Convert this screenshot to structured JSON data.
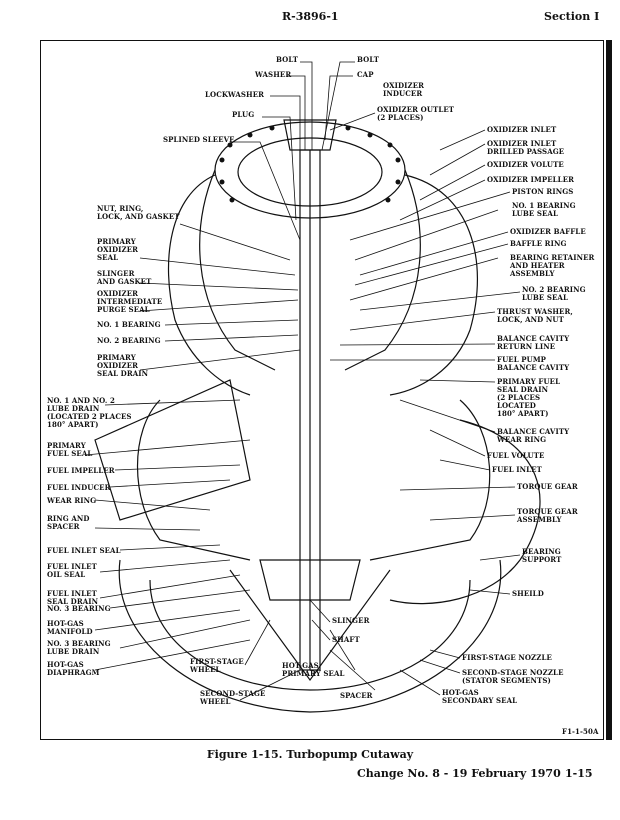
{
  "header": {
    "doc_number": "R-3896-1",
    "section": "Section I"
  },
  "figure": {
    "caption": "Figure 1-15.  Turbopump Cutaway",
    "figure_id": "F1-1-50A",
    "labels_top": [
      {
        "id": "bolt_a",
        "text": "BOLT"
      },
      {
        "id": "bolt_b",
        "text": "BOLT"
      },
      {
        "id": "washer",
        "text": "WASHER"
      },
      {
        "id": "cap",
        "text": "CAP"
      },
      {
        "id": "lockwasher",
        "text": "LOCKWASHER"
      },
      {
        "id": "ox_inducer",
        "text": "OXIDIZER\nINDUCER"
      },
      {
        "id": "plug",
        "text": "PLUG"
      },
      {
        "id": "ox_outlet",
        "text": "OXIDIZER OUTLET\n(2 PLACES)"
      },
      {
        "id": "splined",
        "text": "SPLINED SLEEVE"
      }
    ],
    "labels_left": [
      {
        "id": "nut_ring",
        "text": "NUT, RING,\nLOCK, AND GASKET"
      },
      {
        "id": "prim_ox_seal",
        "text": "PRIMARY\nOXIDIZER\nSEAL"
      },
      {
        "id": "slinger_gasket",
        "text": "SLINGER\nAND GASKET"
      },
      {
        "id": "ox_purge",
        "text": "OXIDIZER\nINTERMEDIATE\nPURGE SEAL"
      },
      {
        "id": "bearing1",
        "text": "NO. 1 BEARING"
      },
      {
        "id": "bearing2",
        "text": "NO. 2 BEARING"
      },
      {
        "id": "prim_ox_drain",
        "text": "PRIMARY\nOXIDIZER\nSEAL DRAIN"
      },
      {
        "id": "lube_drain12",
        "text": "NO. 1 AND NO. 2\nLUBE DRAIN\n(LOCATED 2 PLACES\n180° APART)"
      },
      {
        "id": "prim_fuel_seal",
        "text": "PRIMARY\nFUEL SEAL"
      },
      {
        "id": "fuel_impeller",
        "text": "FUEL IMPELLER"
      },
      {
        "id": "fuel_inducer",
        "text": "FUEL INDUCER"
      },
      {
        "id": "wear_ring",
        "text": "WEAR RING"
      },
      {
        "id": "ring_spacer",
        "text": "RING AND\nSPACER"
      },
      {
        "id": "fuel_inlet_seal",
        "text": "FUEL INLET SEAL"
      },
      {
        "id": "fuel_inlet_oil",
        "text": "FUEL INLET\nOIL SEAL"
      },
      {
        "id": "fuel_inlet_drain",
        "text": "FUEL INLET\nSEAL DRAIN"
      },
      {
        "id": "bearing3",
        "text": "NO. 3 BEARING"
      },
      {
        "id": "hot_gas_manifold",
        "text": "HOT-GAS\nMANIFOLD"
      },
      {
        "id": "bearing3_drain",
        "text": "NO. 3 BEARING\nLUBE DRAIN"
      },
      {
        "id": "hot_gas_diaph",
        "text": "HOT-GAS\nDIAPHRAGM"
      }
    ],
    "labels_right": [
      {
        "id": "ox_inlet",
        "text": "OXIDIZER INLET"
      },
      {
        "id": "ox_inlet_drilled",
        "text": "OXIDIZER INLET\nDRILLED PASSAGE"
      },
      {
        "id": "ox_volute",
        "text": "OXIDIZER VOLUTE"
      },
      {
        "id": "ox_impeller",
        "text": "OXIDIZER IMPELLER"
      },
      {
        "id": "piston_rings",
        "text": "PISTON RINGS"
      },
      {
        "id": "bearing1_lube",
        "text": "NO. 1 BEARING\nLUBE SEAL"
      },
      {
        "id": "ox_baffle",
        "text": "OXIDIZER BAFFLE"
      },
      {
        "id": "baffle_ring",
        "text": "BAFFLE RING"
      },
      {
        "id": "bearing_retainer",
        "text": "BEARING RETAINER\nAND HEATER\nASSEMBLY"
      },
      {
        "id": "bearing2_lube",
        "text": "NO. 2 BEARING\nLUBE SEAL"
      },
      {
        "id": "thrust_washer",
        "text": "THRUST WASHER,\nLOCK, AND NUT"
      },
      {
        "id": "balance_return",
        "text": "BALANCE CAVITY\nRETURN LINE"
      },
      {
        "id": "fuel_pump_balance",
        "text": "FUEL PUMP\nBALANCE CAVITY"
      },
      {
        "id": "prim_fuel_drain",
        "text": "PRIMARY FUEL\nSEAL DRAIN\n(2 PLACES\nLOCATED\n180° APART)"
      },
      {
        "id": "balance_wear",
        "text": "BALANCE CAVITY\nWEAR RING"
      },
      {
        "id": "fuel_volute",
        "text": "FUEL VOLUTE"
      },
      {
        "id": "fuel_inlet",
        "text": "FUEL INLET"
      },
      {
        "id": "torque_gear",
        "text": "TORQUE GEAR"
      },
      {
        "id": "torque_gear_asm",
        "text": "TORQUE GEAR\nASSEMBLY"
      },
      {
        "id": "bearing_support",
        "text": "BEARING\nSUPPORT"
      },
      {
        "id": "shield",
        "text": "SHEILD"
      }
    ],
    "labels_bottom": [
      {
        "id": "slinger",
        "text": "SLINGER"
      },
      {
        "id": "shaft",
        "text": "SHAFT"
      },
      {
        "id": "first_stage_wheel",
        "text": "FIRST-STAGE\nWHEEL"
      },
      {
        "id": "hot_gas_primary",
        "text": "HOT-GAS\nPRIMARY SEAL"
      },
      {
        "id": "first_stage_nozzle",
        "text": "FIRST-STAGE NOZZLE"
      },
      {
        "id": "second_stage_nozzle",
        "text": "SECOND-STAGE NOZZLE\n(STATOR SEGMENTS)"
      },
      {
        "id": "second_stage_wheel",
        "text": "SECOND-STAGE\nWHEEL"
      },
      {
        "id": "spacer",
        "text": "SPACER"
      },
      {
        "id": "hot_gas_secondary",
        "text": "HOT-GAS\nSECONDARY SEAL"
      }
    ]
  },
  "footer": {
    "change": "Change No. 8 - 19 February 1970",
    "page": "1-15"
  }
}
